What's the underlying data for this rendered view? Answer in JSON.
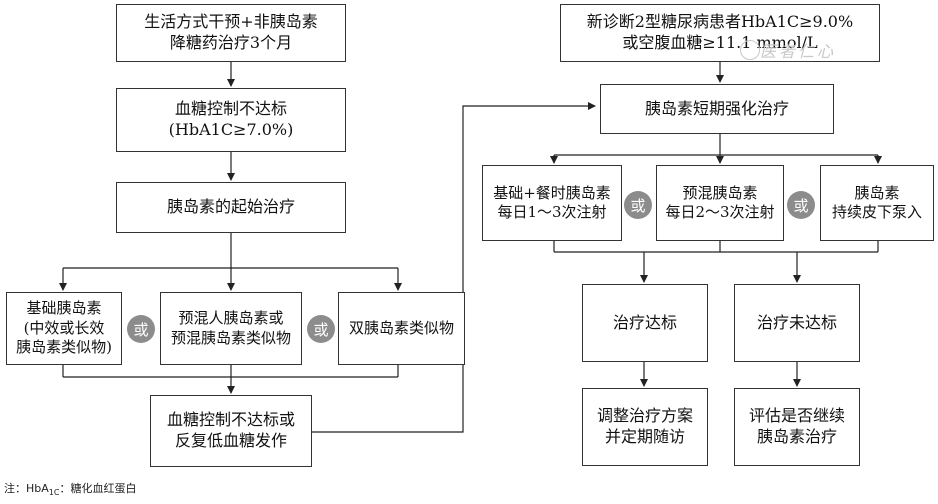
{
  "left": {
    "start": [
      "生活方式干预+非胰岛素",
      "降糖药治疗3个月"
    ],
    "uncontrolled": [
      "血糖控制不达标",
      "(HbA1C≥7.0%)"
    ],
    "initial": [
      "胰岛素的起始治疗"
    ],
    "basal": [
      "基础胰岛素",
      "(中效或长效",
      "胰岛素类似物)"
    ],
    "premix": [
      "预混人胰岛素或",
      "预混胰岛素类似物"
    ],
    "dual": [
      "双胰岛素类似物"
    ],
    "fail": [
      "血糖控制不达标或",
      "反复低血糖发作"
    ]
  },
  "right": {
    "new_dx": [
      "新诊断2型糖尿病患者HbA1C≥9.0%",
      "或空腹血糖≥11.1 mmol/L"
    ],
    "short_term": [
      "胰岛素短期强化治疗"
    ],
    "basal_bolus": [
      "基础+餐时胰岛素",
      "每日1～3次注射"
    ],
    "premix_inj": [
      "预混胰岛素",
      "每日2～3次注射"
    ],
    "pump": [
      "胰岛素",
      "持续皮下泵入"
    ],
    "reached": [
      "治疗达标"
    ],
    "not_reached": [
      "治疗未达标"
    ],
    "adjust": [
      "调整治疗方案",
      "并定期随访"
    ],
    "evaluate": [
      "评估是否继续",
      "胰岛素治疗"
    ]
  },
  "or_label": "或",
  "note": {
    "prefix": "注：HbA",
    "sub": "1C",
    "suffix": "：糖化血红蛋白"
  },
  "watermark": "医者仁心",
  "colors": {
    "border": "#333333",
    "badge": "#8c8c8c"
  }
}
